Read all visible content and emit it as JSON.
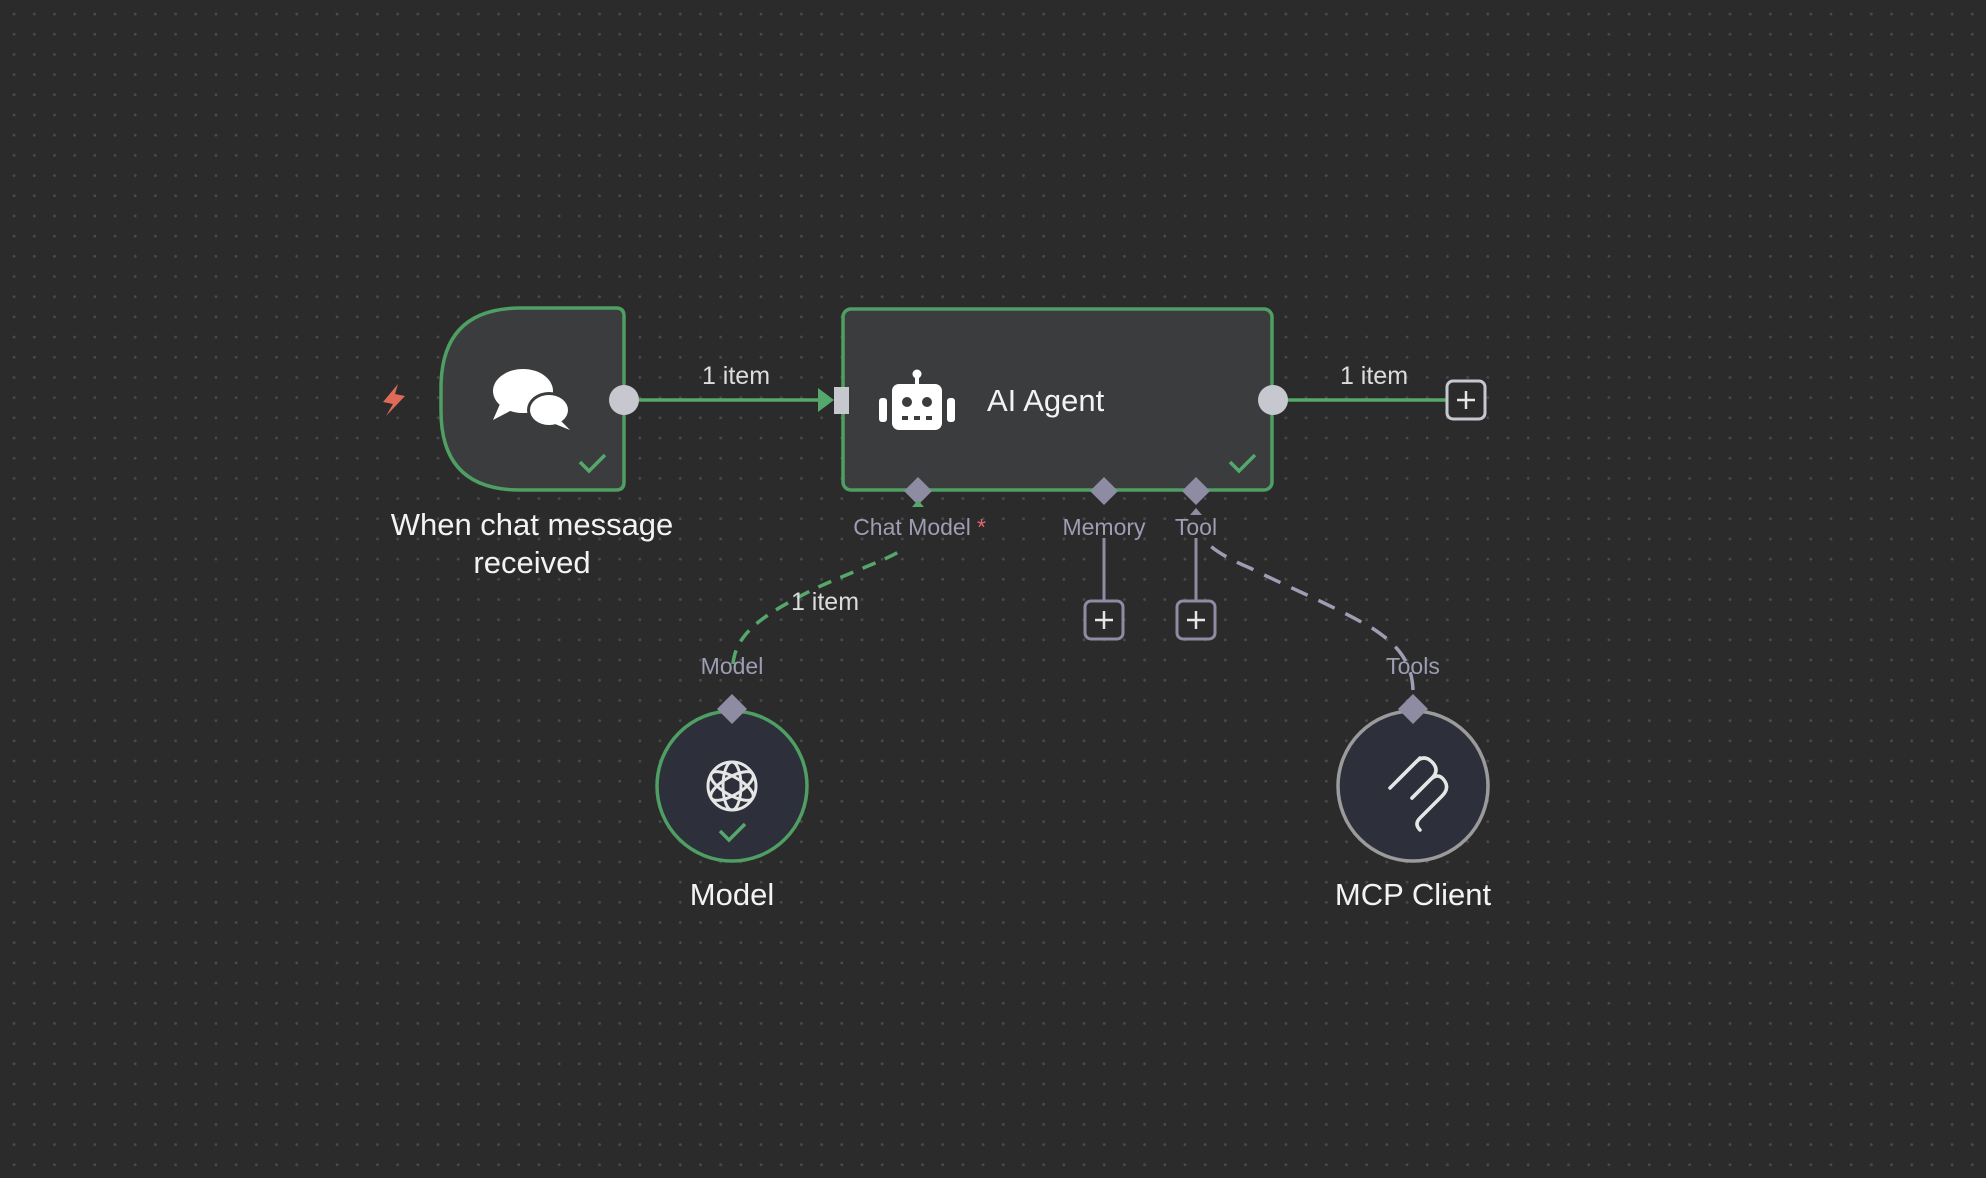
{
  "colors": {
    "canvas_bg": "#2b2b2b",
    "node_fill": "#3b3c3d",
    "node_success_border": "#4f9e63",
    "edge_green": "#56a76b",
    "handle_gray": "#c7c7d0",
    "sub_handle": "#8d8ca3",
    "sub_node_fill": "#2d2f3a",
    "mcp_border": "#9b9b9b",
    "trigger_bolt": "#e06a58",
    "required_star": "#e8666e"
  },
  "nodes": {
    "trigger": {
      "icon": "chat-bubbles-icon",
      "title_line1": "When chat message",
      "title_line2": "received",
      "status_icon": "success-check-icon",
      "trigger_icon": "lightning-bolt-icon"
    },
    "agent": {
      "icon": "robot-icon",
      "title": "AI Agent",
      "status_icon": "success-check-icon",
      "handles": {
        "chat_model": "Chat Model",
        "required_mark": "*",
        "memory": "Memory",
        "tool": "Tool"
      }
    },
    "model": {
      "icon": "openai-icon",
      "title": "Model",
      "handle_label": "Model",
      "status_icon": "success-check-icon"
    },
    "mcp": {
      "icon": "mcp-icon",
      "title": "MCP Client",
      "handle_label": "Tools"
    }
  },
  "edges": {
    "trigger_to_agent": "1 item",
    "agent_out": "1 item",
    "model_to_agent": "1 item"
  }
}
